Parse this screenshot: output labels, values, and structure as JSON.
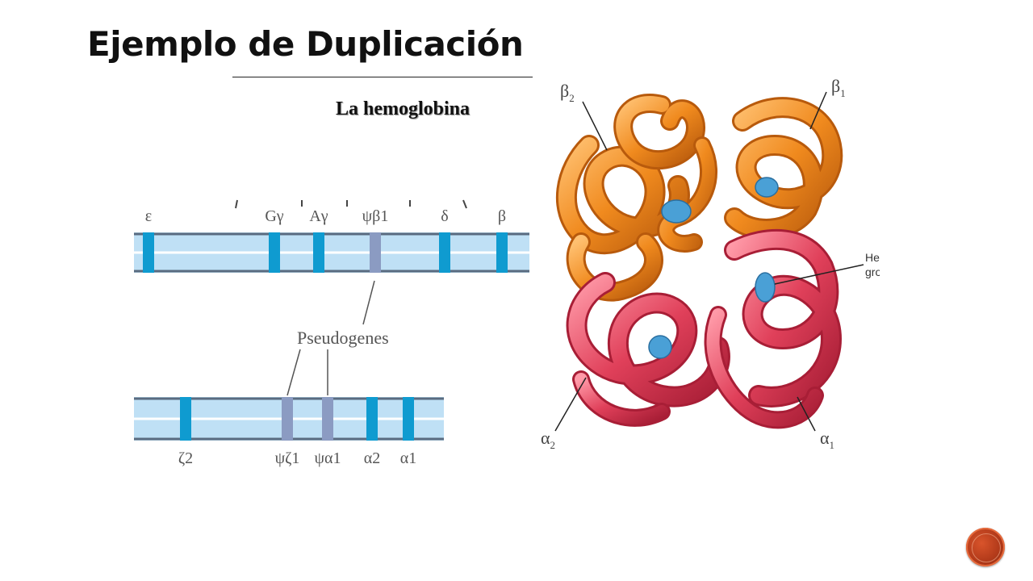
{
  "slide": {
    "title": "Ejemplo de Duplicación",
    "subtitle": "La hemoglobina"
  },
  "beta_locus": {
    "genes": [
      "ε",
      "Gγ",
      "Aγ",
      "ψβ1",
      "δ",
      "β"
    ],
    "pseudogene_flags": [
      false,
      false,
      false,
      true,
      false,
      false
    ]
  },
  "pseudogenes_label": "Pseudogenes",
  "alpha_locus": {
    "genes": [
      "ζ2",
      "ψζ1",
      "ψα1",
      "α2",
      "α1"
    ],
    "pseudogene_flags": [
      false,
      true,
      true,
      false,
      false
    ]
  },
  "protein": {
    "subunit_labels": {
      "beta2_main": "β",
      "beta2_sub": "2",
      "beta1_main": "β",
      "beta1_sub": "1",
      "alpha2_main": "α",
      "alpha2_sub": "2",
      "alpha1_main": "α",
      "alpha1_sub": "1"
    },
    "heme_label_line1": "Heme",
    "heme_label_line2": "group"
  },
  "colors": {
    "chromosome": "#bfe0f5",
    "gene": "#0f9bd0",
    "pseudogene": "#8b9bc2",
    "beta_chain": "#f08a1e",
    "alpha_chain": "#e0405a",
    "heme": "#4aa0d6",
    "nav_button": "#b23a1a"
  }
}
